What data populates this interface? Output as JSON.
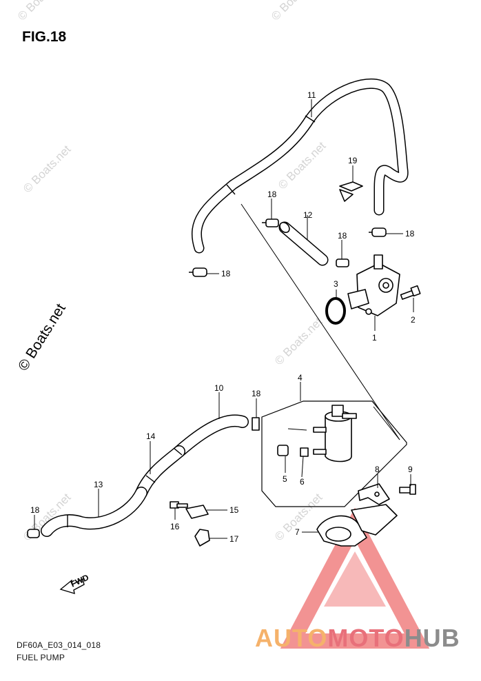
{
  "figure": {
    "title": "FIG.18",
    "code": "DF60A_E03_014_018",
    "caption": "FUEL PUMP"
  },
  "watermark": {
    "text": "© Boats.net"
  },
  "brand": {
    "part1": "AUTO",
    "part2": "MOTO",
    "part3": "HUB",
    "colors": {
      "auto": "#f5b26b",
      "moto": "#e8707a",
      "hub": "#8c8c8c",
      "triangle": "#f08080"
    }
  },
  "callouts": [
    {
      "id": "callout-11",
      "label": "11"
    },
    {
      "id": "callout-19",
      "label": "19"
    },
    {
      "id": "callout-18a",
      "label": "18"
    },
    {
      "id": "callout-12",
      "label": "12"
    },
    {
      "id": "callout-18b",
      "label": "18"
    },
    {
      "id": "callout-18c",
      "label": "18"
    },
    {
      "id": "callout-18d",
      "label": "18"
    },
    {
      "id": "callout-3",
      "label": "3"
    },
    {
      "id": "callout-2",
      "label": "2"
    },
    {
      "id": "callout-1",
      "label": "1"
    },
    {
      "id": "callout-4",
      "label": "4"
    },
    {
      "id": "callout-10",
      "label": "10"
    },
    {
      "id": "callout-18e",
      "label": "18"
    },
    {
      "id": "callout-14",
      "label": "14"
    },
    {
      "id": "callout-5",
      "label": "5"
    },
    {
      "id": "callout-6",
      "label": "6"
    },
    {
      "id": "callout-8",
      "label": "8"
    },
    {
      "id": "callout-9",
      "label": "9"
    },
    {
      "id": "callout-13",
      "label": "13"
    },
    {
      "id": "callout-18f",
      "label": "18"
    },
    {
      "id": "callout-15",
      "label": "15"
    },
    {
      "id": "callout-16",
      "label": "16"
    },
    {
      "id": "callout-17",
      "label": "17"
    },
    {
      "id": "callout-7",
      "label": "7"
    }
  ],
  "fwd_label": "FWD"
}
